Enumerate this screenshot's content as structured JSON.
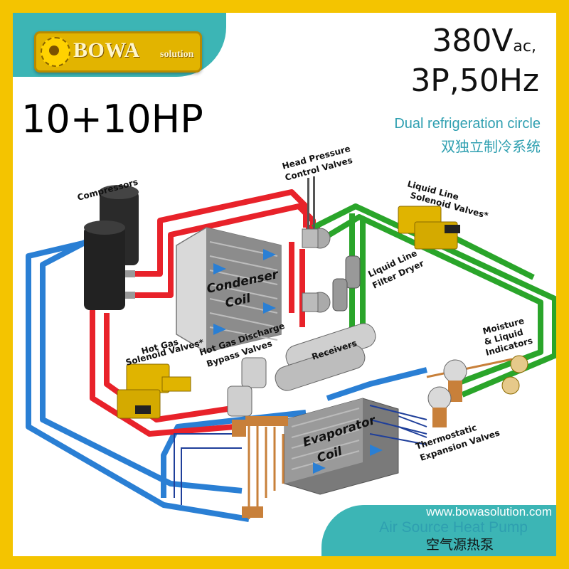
{
  "logo": {
    "name": "BOWA",
    "sub": "solution"
  },
  "power": {
    "voltage": "380V",
    "voltage_suffix": "ac,",
    "phase_freq": "3P,50Hz"
  },
  "capacity": "10+10HP",
  "description": {
    "en": "Dual refrigeration circle",
    "cn": "双独立制冷系统"
  },
  "labels": {
    "compressors": "Compressors",
    "head_pressure_1": "Head Pressure",
    "head_pressure_2": "Control Valves",
    "liquid_sol_1": "Liquid Line",
    "liquid_sol_2": "Solenoid Valves*",
    "liquid_filter_1": "Liquid Line",
    "liquid_filter_2": "Filter Dryer",
    "condenser_1": "Condenser",
    "condenser_2": "Coil",
    "receivers": "Receivers",
    "moisture_1": "Moisture",
    "moisture_2": "& Liquid",
    "moisture_3": "Indicators",
    "hot_gas_sol_1": "Hot Gas",
    "hot_gas_sol_2": "Solenoid Valves*",
    "hot_gas_bypass_1": "Hot Gas Discharge",
    "hot_gas_bypass_2": "Bypass Valves",
    "evaporator_1": "Evaporator",
    "evaporator_2": "Coil",
    "txv_1": "Thermostatic",
    "txv_2": "Expansion Valves"
  },
  "website": "www.bowasolution.com",
  "product": {
    "en": "Air Source Heat Pump",
    "cn": "空气源热泵"
  },
  "colors": {
    "frame": "#f4c400",
    "teal": "#3cb5b5",
    "red_line": "#e8222a",
    "blue_line": "#2a7fd4",
    "green_line": "#2aa52a",
    "brass": "#c8803a",
    "valve_yellow": "#e0b400"
  }
}
